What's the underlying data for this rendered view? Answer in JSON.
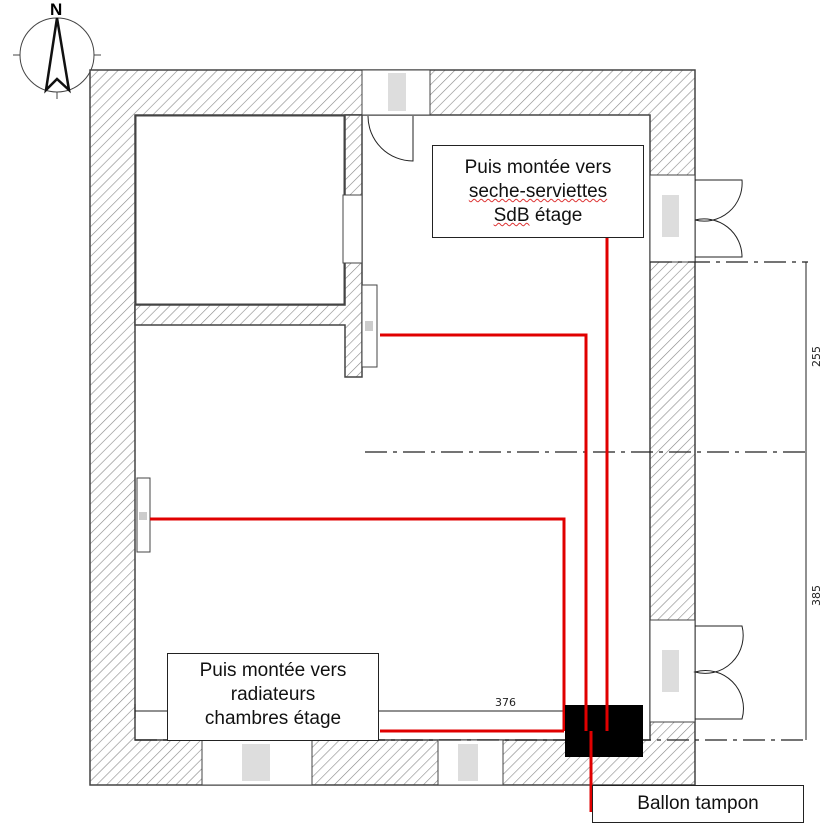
{
  "compass": {
    "label": "N"
  },
  "labels": {
    "riser_towel": {
      "line1": "Puis montée vers",
      "line2": "seche-serviettes",
      "line3a": "SdB",
      "line3b": " étage"
    },
    "riser_radiators": {
      "line1": "Puis montée vers",
      "line2": "radiateurs",
      "line3": "chambres étage"
    },
    "buffer_tank": "Ballon tampon"
  },
  "dimensions": {
    "d1": "255",
    "d2": "385",
    "d3": "376"
  },
  "colors": {
    "pipe": "#e00000",
    "wall": "#555555",
    "tank": "#000000"
  }
}
